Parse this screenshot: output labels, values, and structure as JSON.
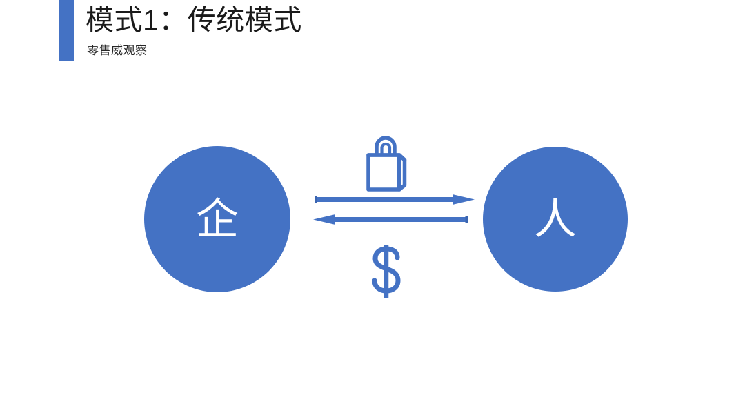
{
  "slide": {
    "background_color": "#ffffff",
    "accent_color": "#4472C4",
    "title": "模式1：传统模式",
    "subtitle": "零售威观察"
  },
  "diagram": {
    "type": "flow",
    "description": "传统模式流程图：企业与人之间的双向流动",
    "nodes": [
      {
        "id": "enterprise",
        "label": "企",
        "shape": "circle",
        "fill_color": "#4472C4",
        "text_color": "#ffffff"
      },
      {
        "id": "person",
        "label": "人",
        "shape": "circle",
        "fill_color": "#4472C4",
        "text_color": "#ffffff"
      }
    ],
    "connectors": [
      {
        "id": "goods-flow",
        "direction": "right",
        "from": "enterprise",
        "to": "person",
        "icon": "shopping-bag-icon",
        "color": "#4472C4"
      },
      {
        "id": "money-flow",
        "direction": "left",
        "from": "person",
        "to": "enterprise",
        "icon": "dollar-sign-icon",
        "symbol": "$",
        "color": "#4472C4"
      }
    ]
  }
}
